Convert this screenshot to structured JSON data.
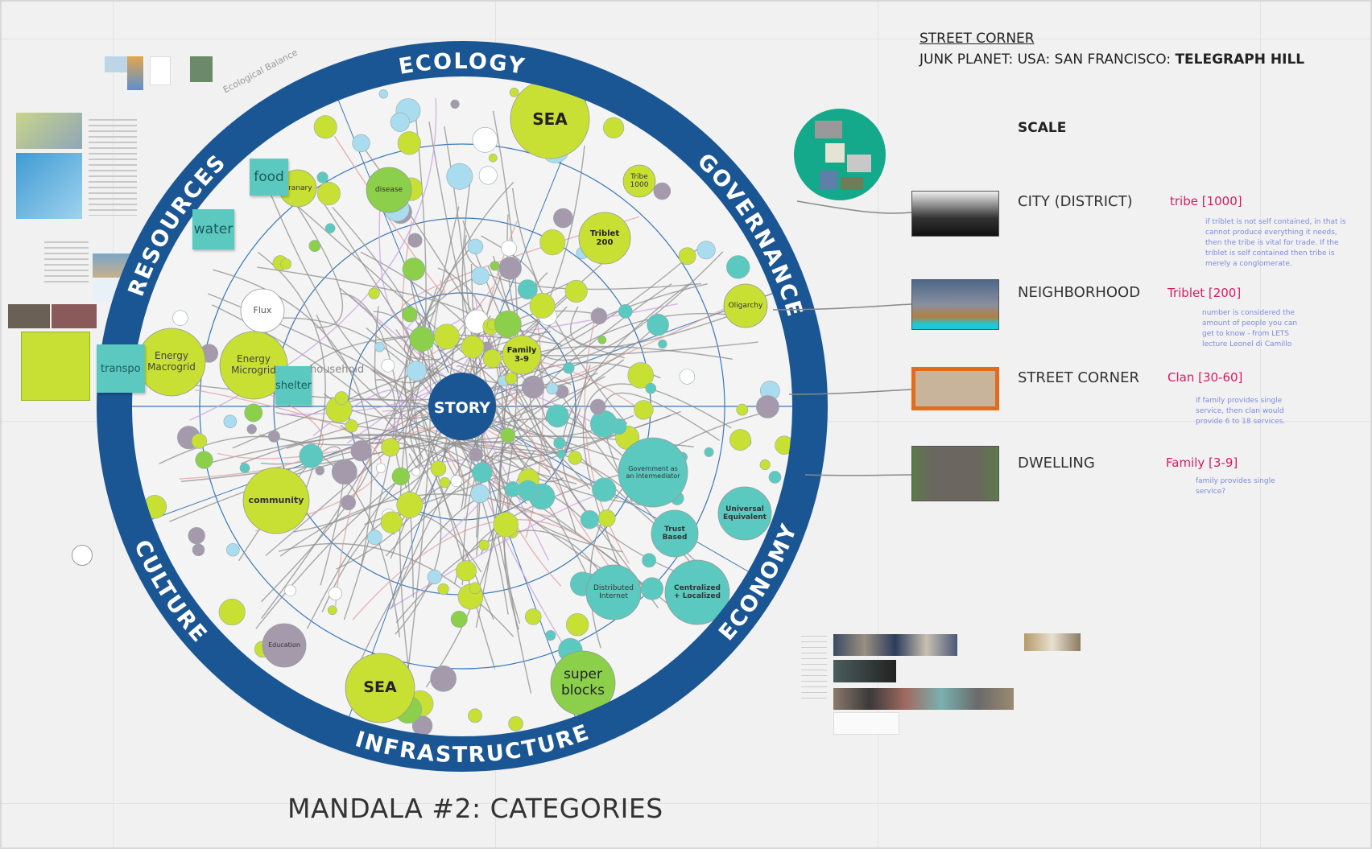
{
  "header": {
    "title": "STREET CORNER",
    "path_prefix": "JUNK PLANET: USA: SAN FRANCISCO:",
    "path_bold": "TELEGRAPH HILL"
  },
  "scale": {
    "title": "SCALE",
    "rows": [
      {
        "label": "CITY (DISTRICT)",
        "population": "tribe [1000]",
        "note": "if triblet is not self contained, in that is cannot produce everything it needs, then the tribe is vital for trade. If the triblet is self contained then tribe is merely a conglomerate."
      },
      {
        "label": "NEIGHBORHOOD",
        "population": "Triblet [200]",
        "note": "number is considered the amount of people you can get to know - from LETS lecture  Leonel di Camillo"
      },
      {
        "label": "STREET CORNER",
        "population": "Clan [30-60]",
        "note": "if family provides single service, then clan would provide 6 to 18 services."
      },
      {
        "label": "DWELLING",
        "population": "Family [3-9]",
        "note": "family provides single service?"
      }
    ]
  },
  "mandala": {
    "center": "STORY",
    "categories": [
      "ECOLOGY",
      "GOVERNANCE",
      "ECONOMY",
      "INFRASTRUCTURE",
      "CULTURE",
      "RESOURCES"
    ],
    "annotation": "Ecological Balance",
    "stickies": [
      "food",
      "water",
      "transpo",
      "shelter"
    ],
    "household": "household",
    "nodes": [
      "SEA",
      "SEA",
      "Tribe 1000",
      "Triblet 200",
      "Family 3-9",
      "disease",
      "granary",
      "Energy Macrogrid",
      "Energy Microgrid",
      "Flux",
      "community",
      "Education",
      "super blocks",
      "Government as an intermediator",
      "Trust Based",
      "Centralized + Localized",
      "Distributed Internet",
      "Universal Equivalent",
      "Oligarchy"
    ]
  },
  "footer": {
    "title": "MANDALA #2: CATEGORIES"
  },
  "colors": {
    "ring": "#1b5694",
    "lime": "#c8e034",
    "green": "#8bcf4a",
    "teal": "#5cc9c0",
    "purple": "#a49aab",
    "lightblue": "#a9dcef",
    "pink": "#d81b5f"
  }
}
